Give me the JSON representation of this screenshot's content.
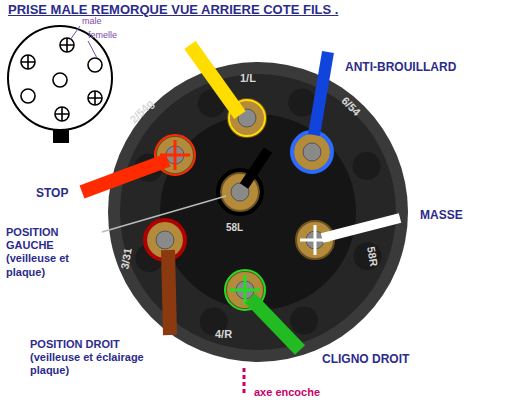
{
  "diagram": {
    "title": "PRISE MALE REMORQUE VUE ARRIERE COTE FILS .",
    "labels": [
      "male",
      "femelle",
      "ANTI-BROUILLARD",
      "STOP",
      "MASSE",
      "POSITION GAUCHE (veilleuse et plaque)",
      "POSITION DROIT (veilleuse et éclairage plaque)",
      "CLIGNO DROIT",
      "axe encoche",
      "1/L",
      "6/54",
      "58R",
      "4/R",
      "3/31",
      "2/54g",
      "58L"
    ]
  }
}
